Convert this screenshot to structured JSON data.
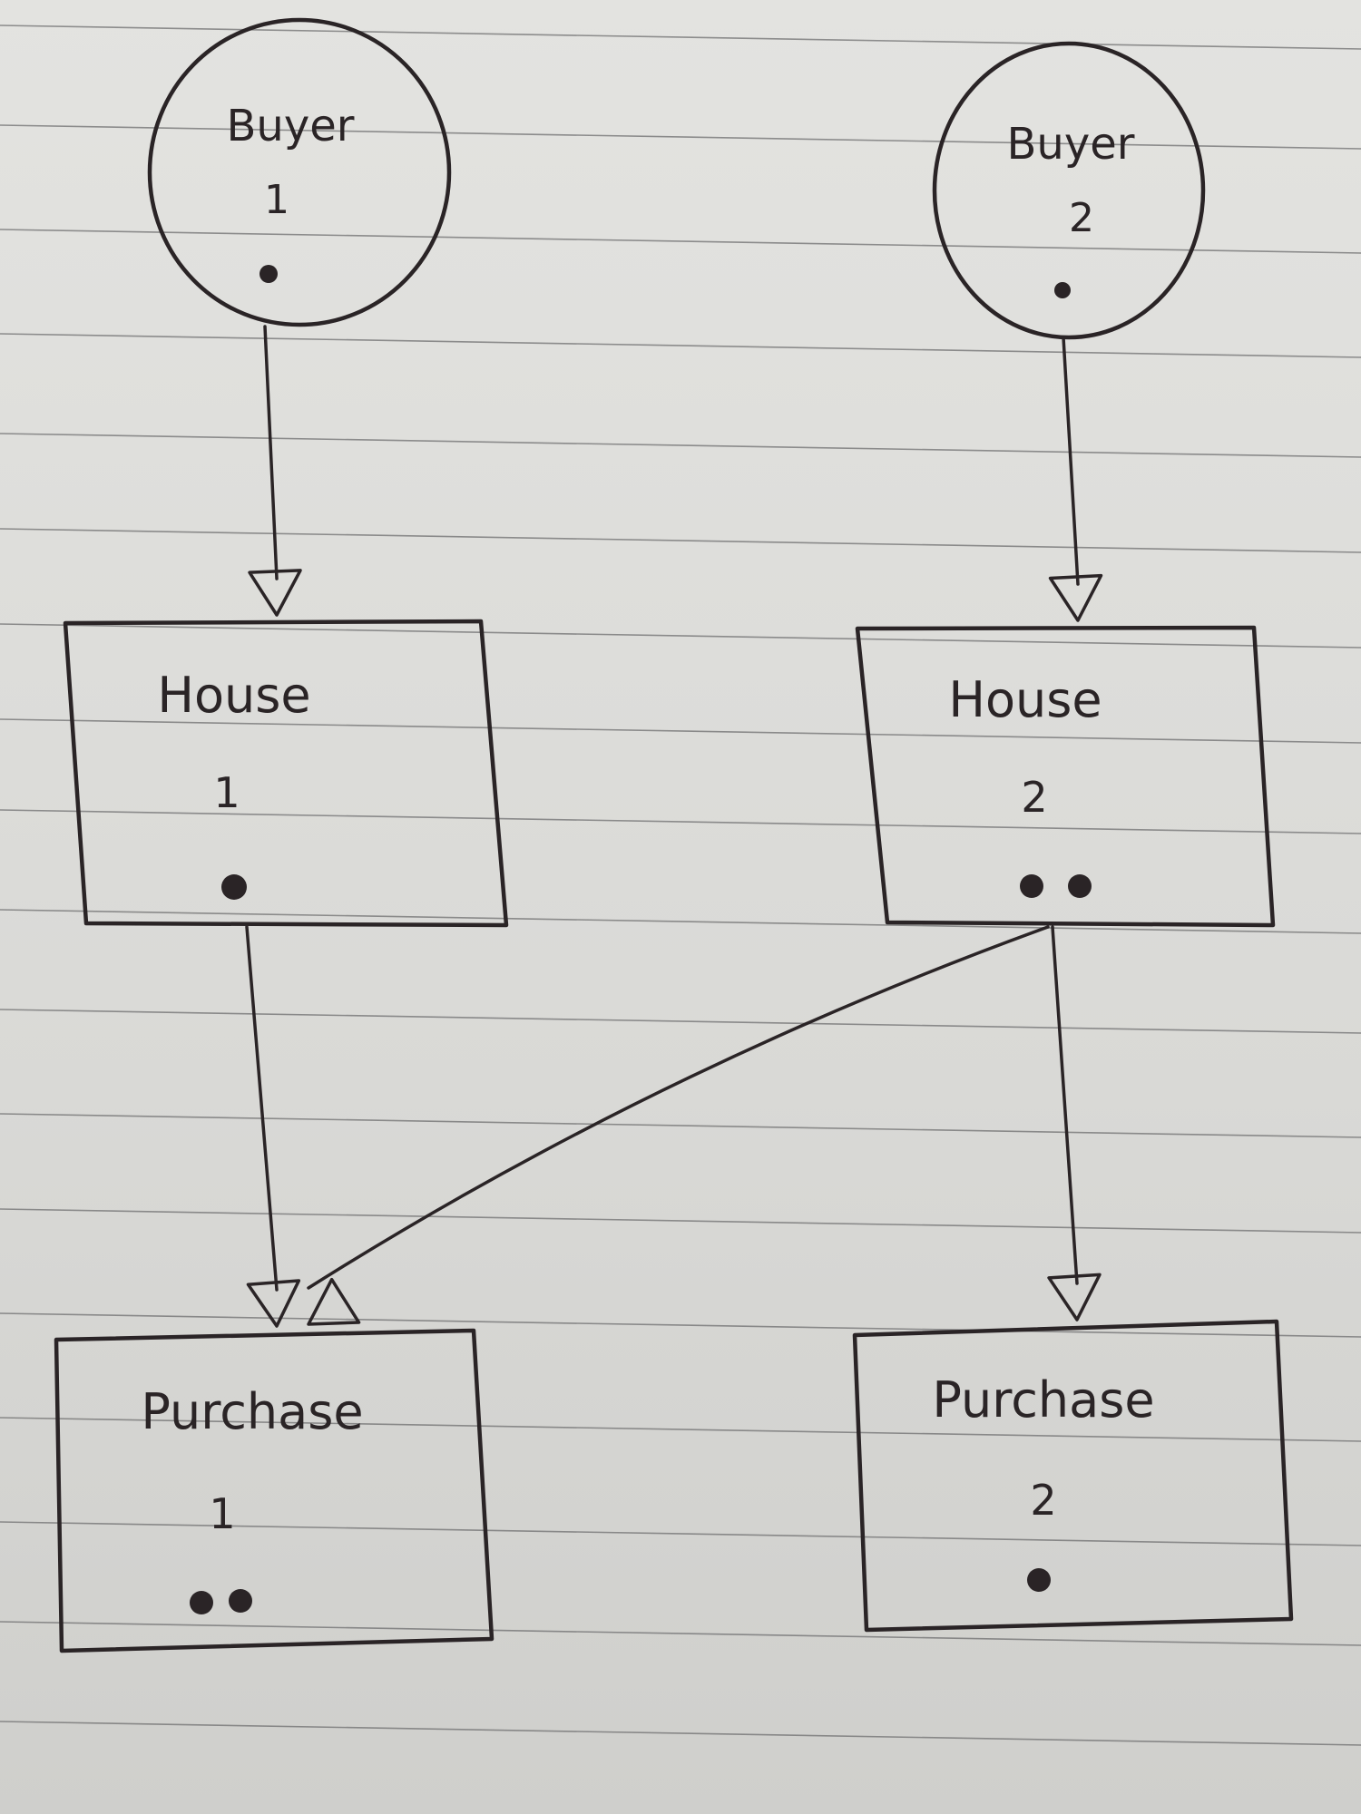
{
  "nodes": [
    {
      "id": "buyer-1",
      "shape": "circle",
      "label": "Buyer",
      "number": "1",
      "dots": 1
    },
    {
      "id": "buyer-2",
      "shape": "circle",
      "label": "Buyer",
      "number": "2",
      "dots": 1
    },
    {
      "id": "house-1",
      "shape": "rect",
      "label": "House",
      "number": "1",
      "dots": 1
    },
    {
      "id": "house-2",
      "shape": "rect",
      "label": "House",
      "number": "2",
      "dots": 2
    },
    {
      "id": "purchase-1",
      "shape": "rect",
      "label": "Purchase",
      "number": "1",
      "dots": 2
    },
    {
      "id": "purchase-2",
      "shape": "rect",
      "label": "Purchase",
      "number": "2",
      "dots": 1
    }
  ],
  "edges": [
    {
      "from": "buyer-1",
      "to": "house-1"
    },
    {
      "from": "buyer-2",
      "to": "house-2"
    },
    {
      "from": "house-1",
      "to": "purchase-1"
    },
    {
      "from": "house-2",
      "to": "purchase-1"
    },
    {
      "from": "house-2",
      "to": "purchase-2"
    }
  ],
  "colors": {
    "ink": "#2a2426",
    "paper": "#dcdcd9",
    "rule": "#6f6f70"
  }
}
